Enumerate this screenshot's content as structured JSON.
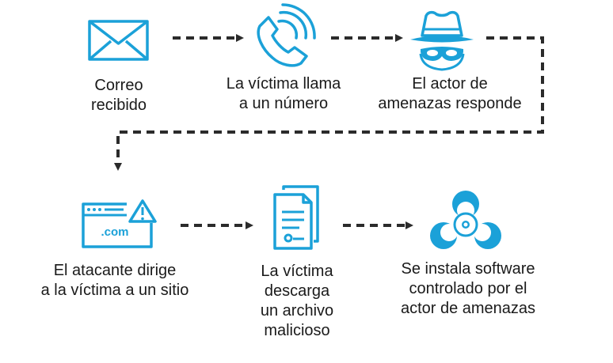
{
  "colors": {
    "icon": "#1BA1D8",
    "arrow": "#2B2B2B",
    "text": "#1A1A1A"
  },
  "steps": [
    {
      "id": "email",
      "icon": "envelope-icon",
      "lines": [
        "Correo",
        "recibido"
      ]
    },
    {
      "id": "call",
      "icon": "phone-icon",
      "lines": [
        "La víctima llama",
        "a un número"
      ]
    },
    {
      "id": "actor",
      "icon": "spy-icon",
      "lines": [
        "El actor de",
        "amenazas responde"
      ]
    },
    {
      "id": "site",
      "icon": "browser-warning-icon",
      "lines": [
        "El atacante dirige",
        "a la víctima a un sitio"
      ],
      "icon_text": ".com"
    },
    {
      "id": "download",
      "icon": "document-icon",
      "lines": [
        "La víctima",
        "descarga",
        "un archivo",
        "malicioso"
      ]
    },
    {
      "id": "install",
      "icon": "biohazard-icon",
      "lines": [
        "Se instala software",
        "controlado por el",
        "actor de amenazas"
      ]
    }
  ]
}
